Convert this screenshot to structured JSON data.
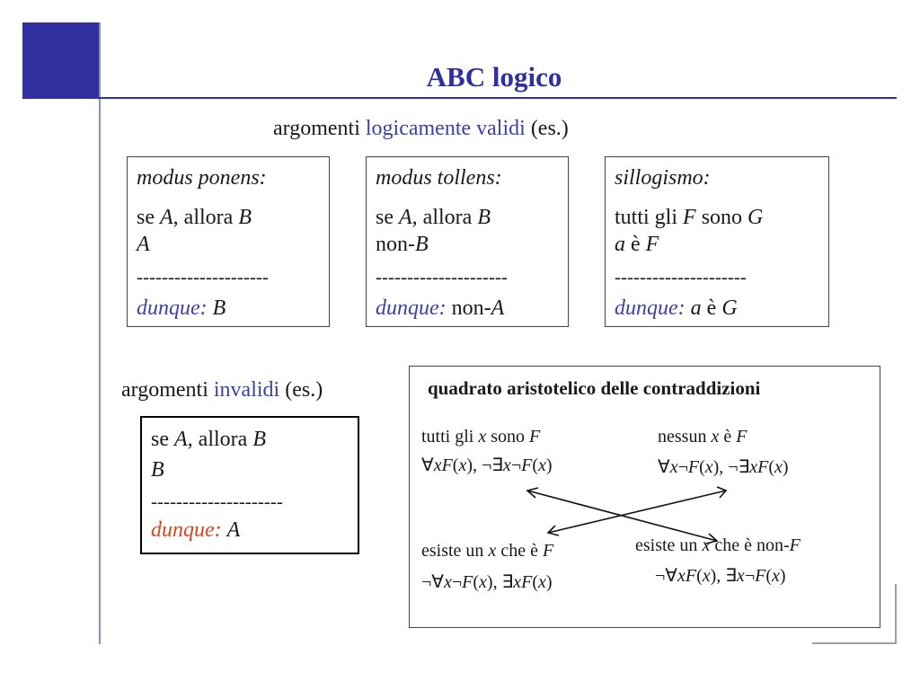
{
  "slide": {
    "title": "ABC logico",
    "valid_heading": {
      "prefix": "argomenti ",
      "highlight": "logicamente validi",
      "suffix": " (es.)"
    },
    "valid_examples": [
      {
        "name": "modus ponens:",
        "line1": [
          {
            "t": "se "
          },
          {
            "t": "A",
            "i": true
          },
          {
            "t": ", allora "
          },
          {
            "t": "B",
            "i": true
          }
        ],
        "line2": [
          {
            "t": "A",
            "i": true
          }
        ],
        "separator": "---------------------",
        "conclusion": [
          {
            "t": "dunque:",
            "i": true,
            "blue": true
          },
          {
            "t": " "
          },
          {
            "t": "B",
            "i": true
          }
        ]
      },
      {
        "name": "modus tollens:",
        "line1": [
          {
            "t": "se "
          },
          {
            "t": "A",
            "i": true
          },
          {
            "t": ", allora "
          },
          {
            "t": "B",
            "i": true
          }
        ],
        "line2": [
          {
            "t": "non-"
          },
          {
            "t": "B",
            "i": true
          }
        ],
        "separator": "---------------------",
        "conclusion": [
          {
            "t": "dunque:",
            "i": true,
            "blue": true
          },
          {
            "t": " non-"
          },
          {
            "t": "A",
            "i": true
          }
        ]
      },
      {
        "name": "sillogismo:",
        "line1": [
          {
            "t": "tutti gli "
          },
          {
            "t": "F",
            "i": true
          },
          {
            "t": " sono "
          },
          {
            "t": "G",
            "i": true
          }
        ],
        "line2": [
          {
            "t": "a",
            "i": true
          },
          {
            "t": " è "
          },
          {
            "t": "F",
            "i": true
          }
        ],
        "separator": "---------------------",
        "conclusion": [
          {
            "t": "dunque:",
            "i": true,
            "blue": true
          },
          {
            "t": " "
          },
          {
            "t": "a",
            "i": true
          },
          {
            "t": " è "
          },
          {
            "t": "G",
            "i": true
          }
        ]
      }
    ],
    "invalid_heading": {
      "prefix": "argomenti ",
      "highlight": "invalidi",
      "suffix": " (es.)"
    },
    "invalid_example": {
      "line1": [
        {
          "t": "se "
        },
        {
          "t": "A",
          "i": true
        },
        {
          "t": ", allora "
        },
        {
          "t": "B",
          "i": true
        }
      ],
      "line2": [
        {
          "t": "B",
          "i": true
        }
      ],
      "separator": "---------------------",
      "conclusion": [
        {
          "t": "dunque:",
          "i": true,
          "red": true
        },
        {
          "t": " "
        },
        {
          "t": "A",
          "i": true
        }
      ]
    },
    "square": {
      "title": "quadrato aristotelico delle contraddizioni",
      "top_left": {
        "text": [
          {
            "t": "tutti gli "
          },
          {
            "t": "x",
            "i": true
          },
          {
            "t": " sono "
          },
          {
            "t": "F",
            "i": true
          }
        ],
        "formula": [
          {
            "t": "∀"
          },
          {
            "t": "xF",
            "i": true
          },
          {
            "t": "("
          },
          {
            "t": "x",
            "i": true
          },
          {
            "t": "), ¬∃"
          },
          {
            "t": "x",
            "i": true
          },
          {
            "t": "¬"
          },
          {
            "t": "F",
            "i": true
          },
          {
            "t": "("
          },
          {
            "t": "x",
            "i": true
          },
          {
            "t": ")"
          }
        ]
      },
      "top_right": {
        "text": [
          {
            "t": "nessun "
          },
          {
            "t": "x",
            "i": true
          },
          {
            "t": " è "
          },
          {
            "t": "F",
            "i": true
          }
        ],
        "formula": [
          {
            "t": "∀"
          },
          {
            "t": "x",
            "i": true
          },
          {
            "t": "¬"
          },
          {
            "t": "F",
            "i": true
          },
          {
            "t": "("
          },
          {
            "t": "x",
            "i": true
          },
          {
            "t": "), ¬∃"
          },
          {
            "t": "xF",
            "i": true
          },
          {
            "t": "("
          },
          {
            "t": "x",
            "i": true
          },
          {
            "t": ")"
          }
        ]
      },
      "bottom_left": {
        "text": [
          {
            "t": "esiste un "
          },
          {
            "t": "x",
            "i": true
          },
          {
            "t": " che è "
          },
          {
            "t": "F",
            "i": true
          }
        ],
        "formula": [
          {
            "t": "¬∀"
          },
          {
            "t": "x",
            "i": true
          },
          {
            "t": "¬"
          },
          {
            "t": "F",
            "i": true
          },
          {
            "t": "("
          },
          {
            "t": "x",
            "i": true
          },
          {
            "t": "), ∃"
          },
          {
            "t": "xF",
            "i": true
          },
          {
            "t": "("
          },
          {
            "t": "x",
            "i": true
          },
          {
            "t": ")"
          }
        ]
      },
      "bottom_right": {
        "text": [
          {
            "t": "esiste un "
          },
          {
            "t": "x",
            "i": true
          },
          {
            "t": " che è non-"
          },
          {
            "t": "F",
            "i": true
          }
        ],
        "formula": [
          {
            "t": "¬∀"
          },
          {
            "t": "xF",
            "i": true
          },
          {
            "t": "("
          },
          {
            "t": "x",
            "i": true
          },
          {
            "t": "), ∃"
          },
          {
            "t": "x",
            "i": true
          },
          {
            "t": "¬"
          },
          {
            "t": "F",
            "i": true
          },
          {
            "t": "("
          },
          {
            "t": "x",
            "i": true
          },
          {
            "t": ")"
          }
        ]
      }
    }
  },
  "colors": {
    "accent": "#2f2fa0",
    "highlight_blue": "#3b3fa6",
    "highlight_red": "#d9461c"
  },
  "icons": {
    "arrows": "double-headed-diagonal-arrows"
  }
}
